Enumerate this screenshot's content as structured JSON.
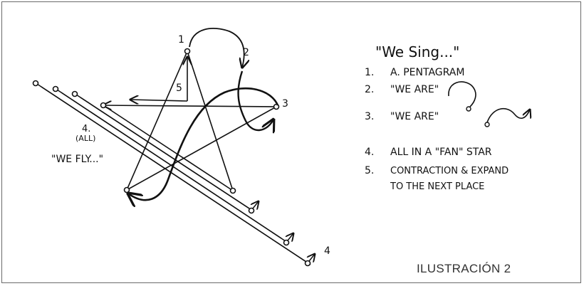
{
  "diagram": {
    "point_labels": {
      "p1": "1",
      "p2": "2",
      "p3": "3",
      "p5": "5",
      "p4_right": "4"
    },
    "fan_label": {
      "number": "4.",
      "all": "(ALL)"
    },
    "we_fly": "\"WE FLY...\""
  },
  "legend": {
    "title": "\"We Sing...\"",
    "items": [
      {
        "number": "1.",
        "text": "A. PENTAGRAM"
      },
      {
        "number": "2.",
        "text": "\"WE ARE\""
      },
      {
        "number": "3.",
        "text": "\"WE ARE\""
      },
      {
        "number": "4.",
        "text": "ALL IN A \"FAN\" STAR"
      },
      {
        "number": "5.",
        "text": "CONTRACTION & EXPAND"
      },
      {
        "number": "",
        "text": "TO THE NEXT PLACE"
      }
    ]
  },
  "caption": "ILUSTRACIÓN 2"
}
